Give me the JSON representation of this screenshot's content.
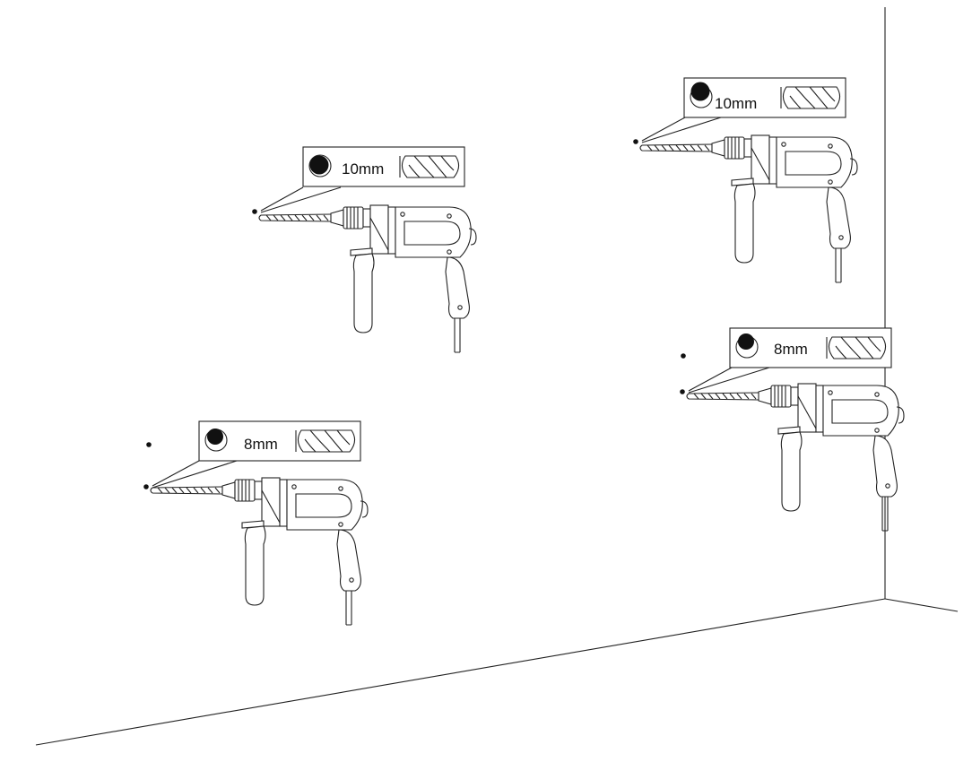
{
  "callouts": [
    {
      "id": "a",
      "size_label": "10mm",
      "hole_size": "large"
    },
    {
      "id": "b",
      "size_label": "10mm",
      "hole_size": "large"
    },
    {
      "id": "c",
      "size_label": "8mm",
      "hole_size": "small"
    },
    {
      "id": "d",
      "size_label": "8mm",
      "hole_size": "small"
    }
  ],
  "colors": {
    "line": "#222222",
    "background": "#ffffff",
    "hole": "#111111"
  },
  "icons": [
    "drill-icon",
    "drill-bit-icon",
    "hole-icon"
  ]
}
